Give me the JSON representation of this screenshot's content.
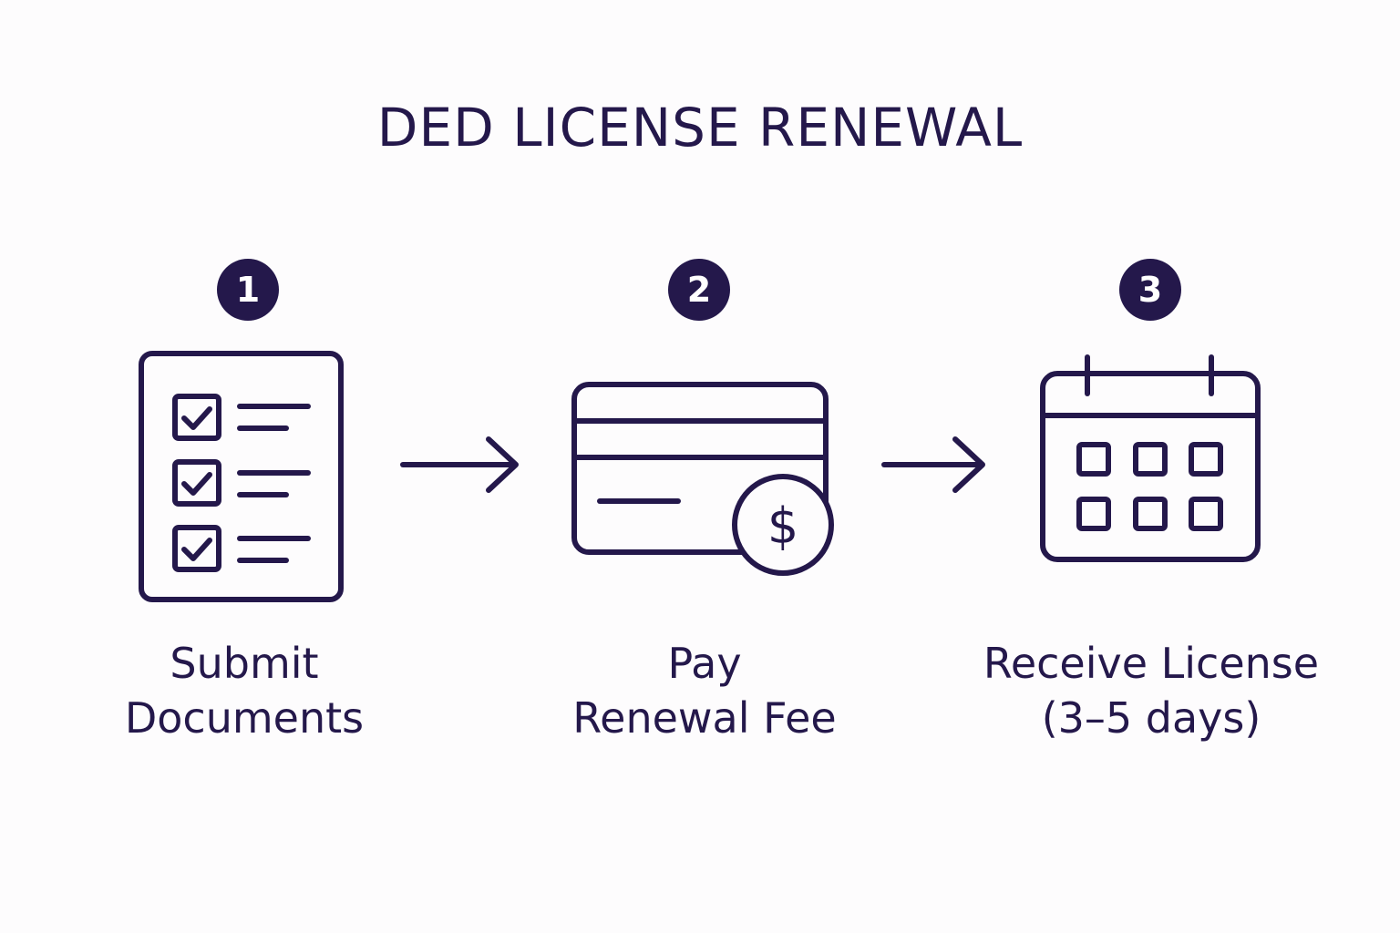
{
  "title": "DED LICENSE RENEWAL",
  "colors": {
    "primary": "#24184b",
    "background": "#fdfcfd"
  },
  "steps": [
    {
      "number": "1",
      "icon": "checklist-document-icon",
      "label_lines": [
        "Submit",
        "Documents"
      ]
    },
    {
      "number": "2",
      "icon": "credit-card-dollar-icon",
      "label_lines": [
        "Pay",
        "Renewal Fee"
      ]
    },
    {
      "number": "3",
      "icon": "calendar-icon",
      "label_lines": [
        "Receive License",
        "(3–5 days)"
      ]
    }
  ],
  "connectors": [
    "arrow-right-icon",
    "arrow-right-icon"
  ]
}
